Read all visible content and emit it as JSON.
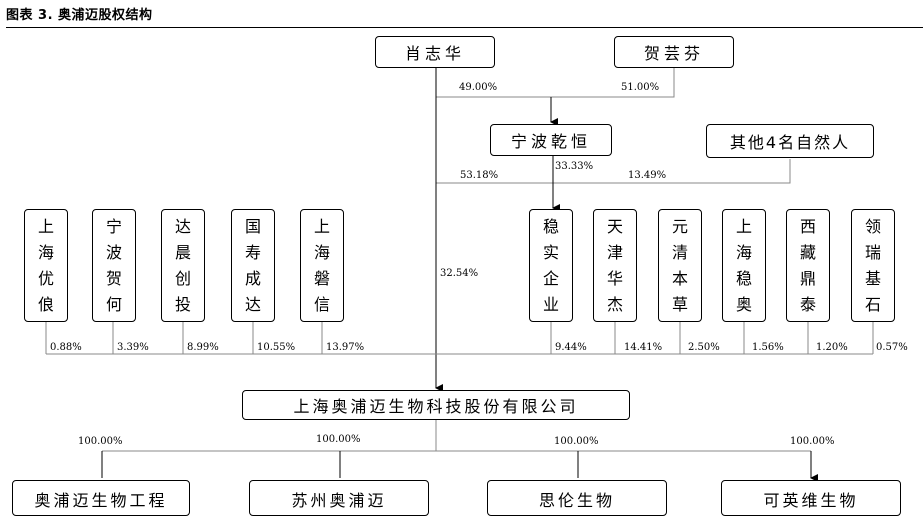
{
  "title": "图表 3.   奥浦迈股权结构",
  "top_holders": [
    {
      "name": "肖志华"
    },
    {
      "name": "贺芸芬"
    }
  ],
  "ningbo": {
    "name": "宁波乾恒",
    "from_xiao": "49.00%",
    "from_he": "51.00%"
  },
  "others": {
    "name": "其他4名自然人"
  },
  "wenshi": {
    "name": "稳实企业",
    "from_xiao": "53.18%",
    "from_ningbo": "33.33%",
    "from_others": "13.49%"
  },
  "direct_xiao": "32.54%",
  "left_shareholders": [
    {
      "name": "上海优俍",
      "pct": "0.88%"
    },
    {
      "name": "宁波贺何",
      "pct": "3.39%"
    },
    {
      "name": "达晨创投",
      "pct": "8.99%"
    },
    {
      "name": "国寿成达",
      "pct": "10.55%"
    },
    {
      "name": "上海磐信",
      "pct": "13.97%"
    }
  ],
  "right_shareholders": [
    {
      "name": "稳实企业",
      "pct": "9.44%"
    },
    {
      "name": "天津华杰",
      "pct": "14.41%"
    },
    {
      "name": "元清本草",
      "pct": "2.50%"
    },
    {
      "name": "上海稳奥",
      "pct": "1.56%"
    },
    {
      "name": "西藏鼎泰",
      "pct": "1.20%"
    },
    {
      "name": "领瑞基石",
      "pct": "0.57%"
    }
  ],
  "company": {
    "name": "上海奥浦迈生物科技股份有限公司"
  },
  "subsidiaries": [
    {
      "name": "奥浦迈生物工程",
      "pct": "100.00%"
    },
    {
      "name": "苏州奥浦迈",
      "pct": "100.00%"
    },
    {
      "name": "思伦生物",
      "pct": "100.00%"
    },
    {
      "name": "可英维生物",
      "pct": "100.00%"
    }
  ]
}
